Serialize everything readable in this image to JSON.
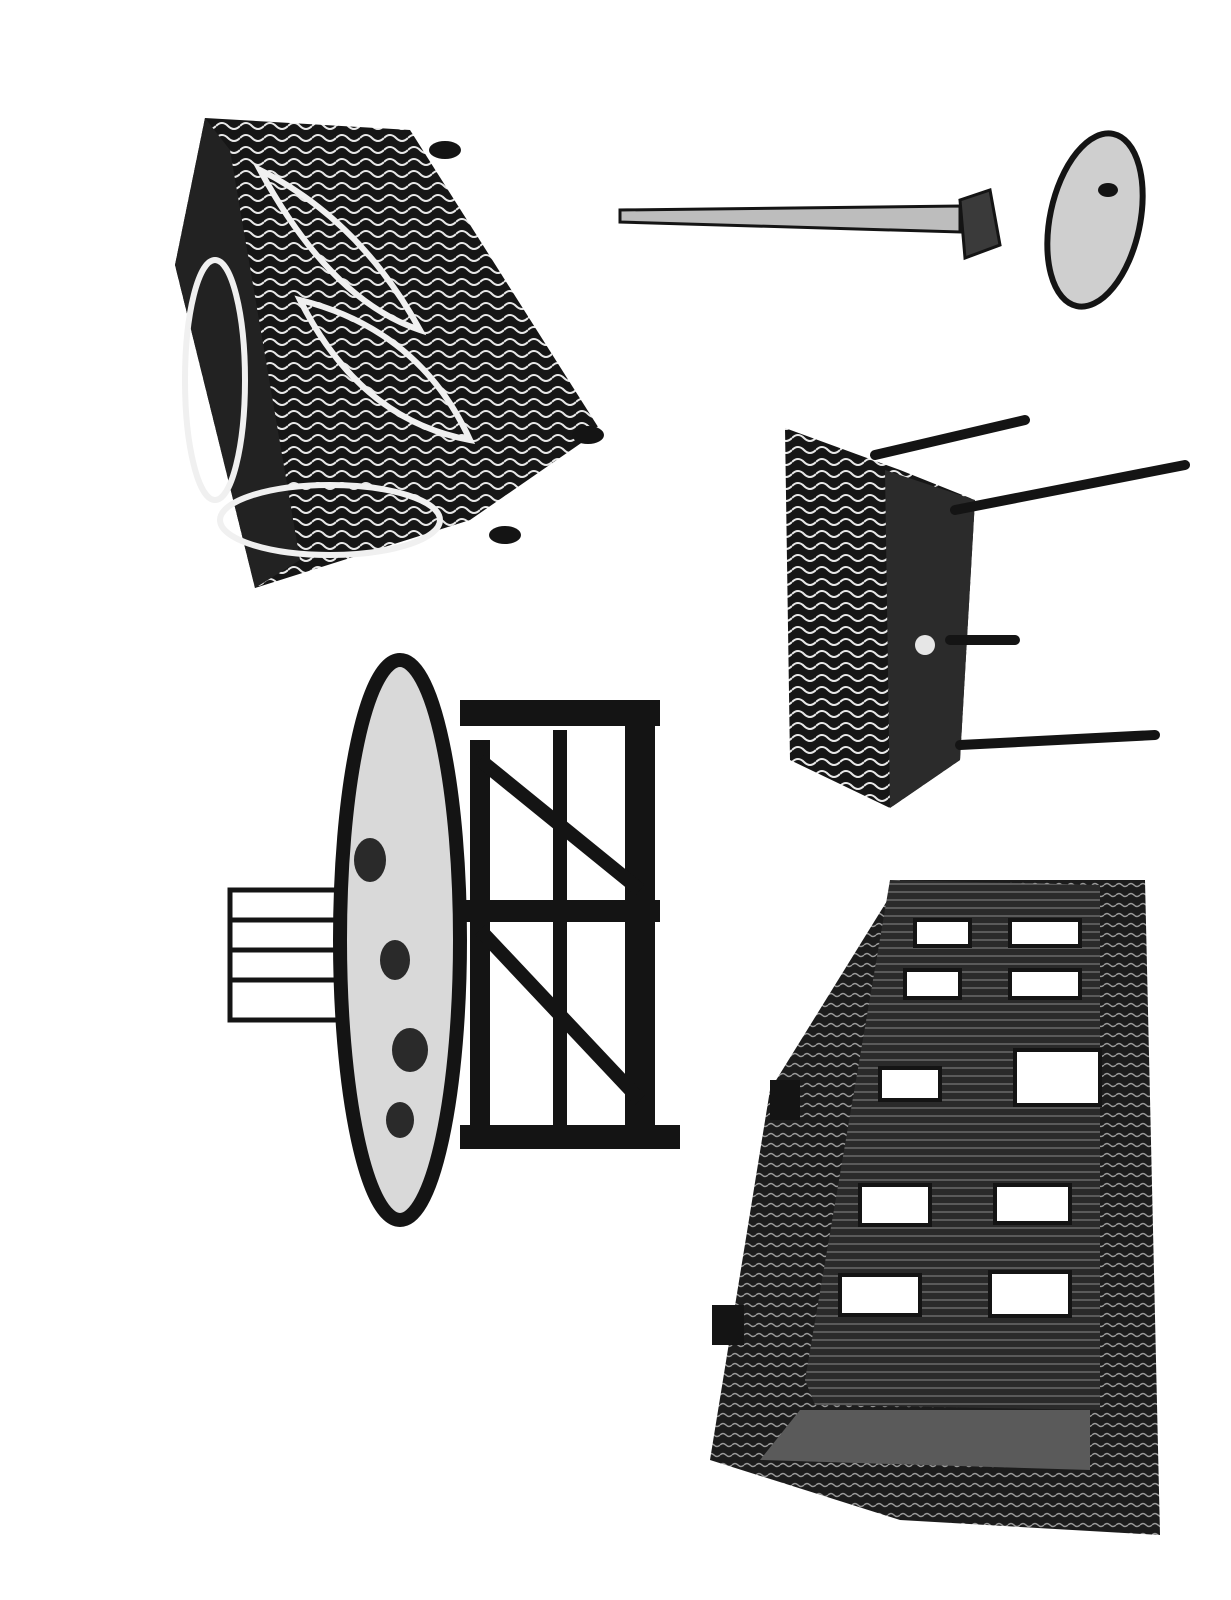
{
  "page": {
    "background": "#ffffff",
    "ink": "#141414"
  },
  "objects": [
    {
      "name": "painted-blanket-chest",
      "icon": "grain-painted-chest-icon"
    },
    {
      "name": "candle-stand",
      "icon": "candlestick-icon"
    },
    {
      "name": "painted-side-table",
      "icon": "side-table-icon"
    },
    {
      "name": "round-dining-table-with-chair",
      "icon": "dining-table-icon"
    },
    {
      "name": "brick-house",
      "icon": "house-icon"
    }
  ]
}
